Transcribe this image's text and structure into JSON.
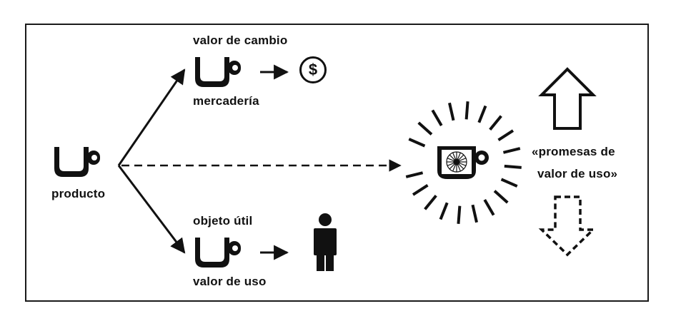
{
  "labels": {
    "producto": "producto",
    "valor_de_cambio": "valor de cambio",
    "mercaderia": "mercadería",
    "objeto_util": "objeto útil",
    "valor_de_uso": "valor de uso",
    "promesas_line1": "«promesas de",
    "promesas_line2": "valor de uso»"
  },
  "symbols": {
    "currency": "$"
  },
  "icons": [
    "cup-icon",
    "dollar-coin-icon",
    "person-icon",
    "decorated-cup-icon",
    "up-arrow-icon",
    "down-arrow-dashed-icon"
  ],
  "colors": {
    "ink": "#111111",
    "background": "#ffffff"
  }
}
